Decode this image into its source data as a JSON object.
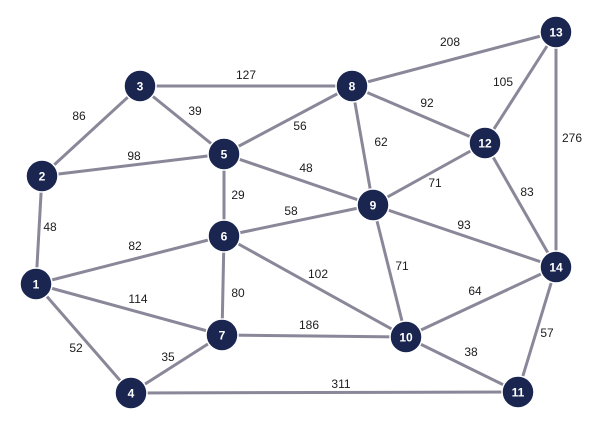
{
  "graph": {
    "nodes": [
      {
        "id": "1",
        "label": "1"
      },
      {
        "id": "2",
        "label": "2"
      },
      {
        "id": "3",
        "label": "3"
      },
      {
        "id": "4",
        "label": "4"
      },
      {
        "id": "5",
        "label": "5"
      },
      {
        "id": "6",
        "label": "6"
      },
      {
        "id": "7",
        "label": "7"
      },
      {
        "id": "8",
        "label": "8"
      },
      {
        "id": "9",
        "label": "9"
      },
      {
        "id": "10",
        "label": "10"
      },
      {
        "id": "11",
        "label": "11"
      },
      {
        "id": "12",
        "label": "12"
      },
      {
        "id": "13",
        "label": "13"
      },
      {
        "id": "14",
        "label": "14"
      }
    ],
    "edges": [
      {
        "from": "1",
        "to": "2",
        "weight": "48"
      },
      {
        "from": "1",
        "to": "6",
        "weight": "82"
      },
      {
        "from": "1",
        "to": "7",
        "weight": "114"
      },
      {
        "from": "1",
        "to": "4",
        "weight": "52"
      },
      {
        "from": "2",
        "to": "3",
        "weight": "86"
      },
      {
        "from": "2",
        "to": "5",
        "weight": "98"
      },
      {
        "from": "3",
        "to": "8",
        "weight": "127"
      },
      {
        "from": "3",
        "to": "5",
        "weight": "39"
      },
      {
        "from": "4",
        "to": "7",
        "weight": "35"
      },
      {
        "from": "4",
        "to": "11",
        "weight": "311"
      },
      {
        "from": "5",
        "to": "8",
        "weight": "56"
      },
      {
        "from": "5",
        "to": "6",
        "weight": "29"
      },
      {
        "from": "5",
        "to": "9",
        "weight": "48"
      },
      {
        "from": "6",
        "to": "9",
        "weight": "58"
      },
      {
        "from": "6",
        "to": "7",
        "weight": "80"
      },
      {
        "from": "6",
        "to": "10",
        "weight": "102"
      },
      {
        "from": "7",
        "to": "10",
        "weight": "186"
      },
      {
        "from": "8",
        "to": "13",
        "weight": "208"
      },
      {
        "from": "8",
        "to": "12",
        "weight": "92"
      },
      {
        "from": "8",
        "to": "9",
        "weight": "62"
      },
      {
        "from": "9",
        "to": "12",
        "weight": "71"
      },
      {
        "from": "9",
        "to": "14",
        "weight": "93"
      },
      {
        "from": "9",
        "to": "10",
        "weight": "71"
      },
      {
        "from": "10",
        "to": "14",
        "weight": "64"
      },
      {
        "from": "10",
        "to": "11",
        "weight": "38"
      },
      {
        "from": "11",
        "to": "14",
        "weight": "57"
      },
      {
        "from": "12",
        "to": "13",
        "weight": "105"
      },
      {
        "from": "12",
        "to": "14",
        "weight": "83"
      },
      {
        "from": "13",
        "to": "14",
        "weight": "276"
      }
    ]
  },
  "colors": {
    "node_fill": "#1a2650",
    "node_text": "#ffffff",
    "edge_stroke": "#8a8799",
    "weight_text": "#1c1c1c",
    "background": "#ffffff"
  }
}
